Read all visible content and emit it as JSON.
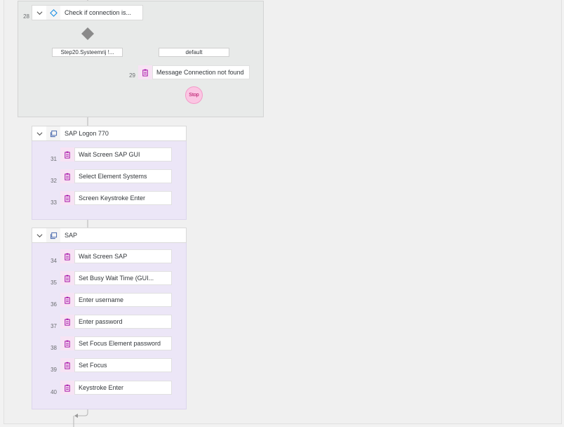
{
  "condition_block": {
    "number": "28",
    "title": "Check if connection is...",
    "branches": [
      "Step20.Systeemrij !...",
      "default"
    ],
    "steps": [
      {
        "number": "29",
        "label": "Message Connection not found"
      }
    ],
    "stop_label": "Stop"
  },
  "groups": [
    {
      "title": "SAP Logon 770",
      "steps": [
        {
          "number": "31",
          "label": "Wait Screen SAP GUI"
        },
        {
          "number": "32",
          "label": "Select Element Systems"
        },
        {
          "number": "33",
          "label": "Screen Keystroke Enter"
        }
      ]
    },
    {
      "title": "SAP",
      "steps": [
        {
          "number": "34",
          "label": "Wait Screen SAP"
        },
        {
          "number": "35",
          "label": "Set Busy Wait Time (GUI..."
        },
        {
          "number": "36",
          "label": "Enter username"
        },
        {
          "number": "37",
          "label": "Enter password"
        },
        {
          "number": "38",
          "label": "Set Focus Element password"
        },
        {
          "number": "39",
          "label": "Set Focus"
        },
        {
          "number": "40",
          "label": "Keystroke Enter"
        }
      ]
    }
  ],
  "colors": {
    "group_bg": "#ece6f7",
    "connector": "#9b8ad6",
    "stop": "#fbc6e3",
    "step_icon_bg": "#f7e3f4",
    "icon_magenta": "#a100a1"
  },
  "icons": {
    "collapse": "chevron-down-icon",
    "condition": "diamond-icon",
    "group": "screen-group-icon",
    "step": "clipboard-icon"
  }
}
